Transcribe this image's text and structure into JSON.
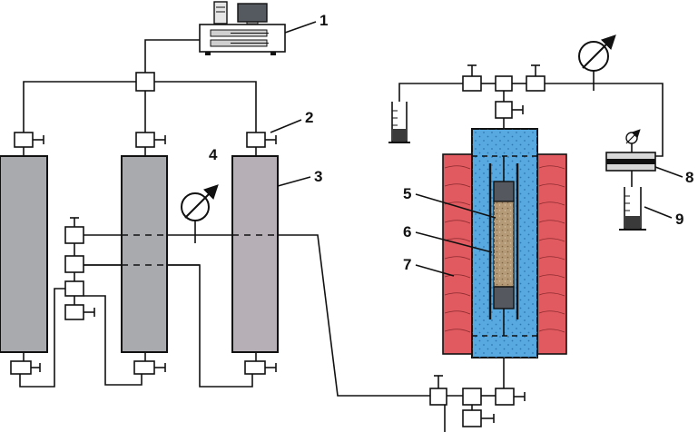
{
  "labels": {
    "l1": "1",
    "l2": "2",
    "l3": "3",
    "l4": "4",
    "l5": "5",
    "l6": "6",
    "l7": "7",
    "l8": "8",
    "l9": "9"
  },
  "colors": {
    "vessel_gray": "#a8aaae",
    "vessel_mauve": "#b6afb6",
    "heater_red": "#e05a5f",
    "jacket_blue": "#58a9df",
    "sample_tan": "#b49a76",
    "plug_dark": "#55585e",
    "dark_gray": "#3a3a3a"
  },
  "icons": {
    "pump": "pump-icon",
    "valve": "valve-icon",
    "gauge": "pressure-gauge-icon",
    "cylinder": "graduated-cylinder-icon"
  }
}
